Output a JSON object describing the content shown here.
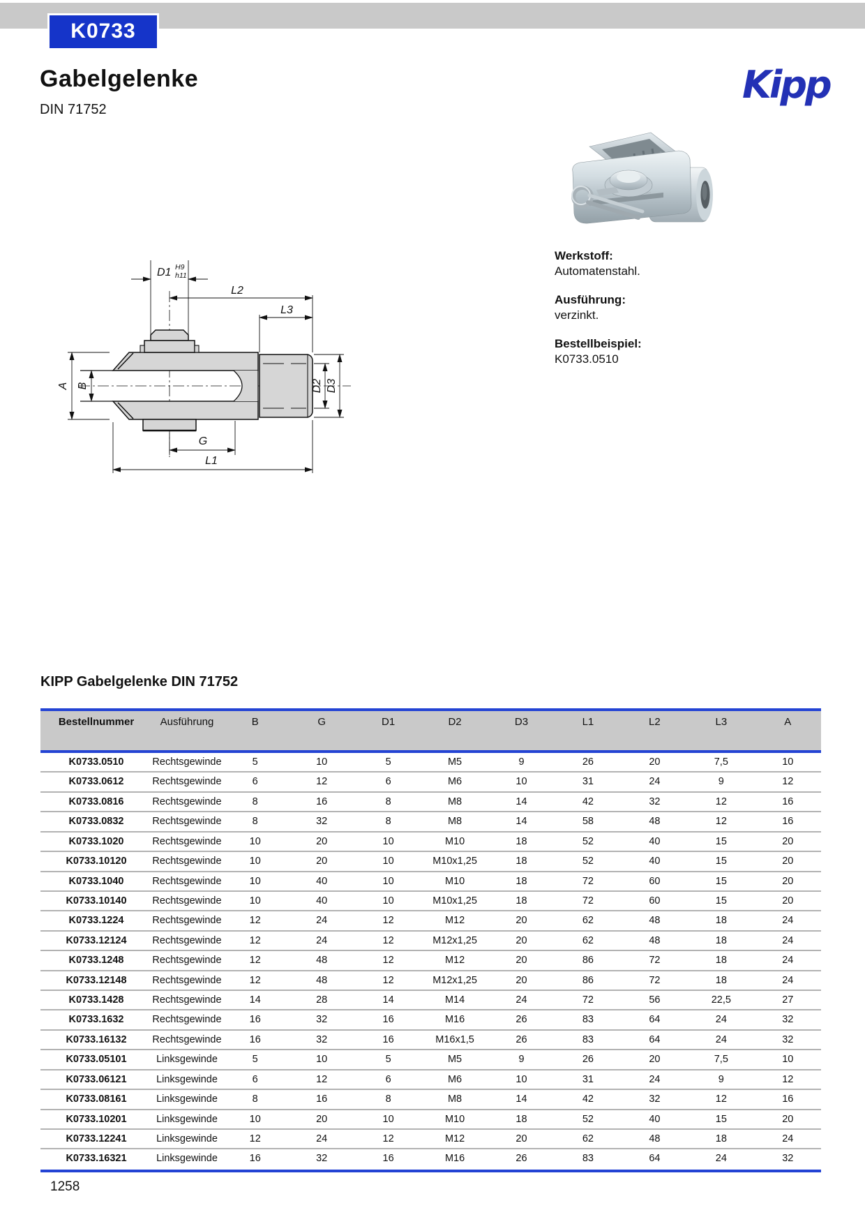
{
  "page": {
    "code": "K0733",
    "title": "Gabelgelenke",
    "standard": "DIN 71752",
    "brand": "Kipp",
    "page_number": "1258"
  },
  "info": {
    "werkstoff_label": "Werkstoff:",
    "werkstoff_value": "Automatenstahl.",
    "ausfuehrung_label": "Ausführung:",
    "ausfuehrung_value": "verzinkt.",
    "bestellbeispiel_label": "Bestellbeispiel:",
    "bestellbeispiel_value": "K0733.0510"
  },
  "drawing": {
    "d1": "D1",
    "d1_tol_upper": "H9",
    "d1_tol_lower": "h11",
    "l2": "L2",
    "l3": "L3",
    "a": "A",
    "b": "B",
    "d2": "D2",
    "d3": "D3",
    "g": "G",
    "l1": "L1"
  },
  "table": {
    "heading": "KIPP Gabelgelenke DIN 71752",
    "columns": [
      "Bestellnummer",
      "Ausführung",
      "B",
      "G",
      "D1",
      "D2",
      "D3",
      "L1",
      "L2",
      "L3",
      "A"
    ],
    "rows": [
      [
        "K0733.0510",
        "Rechtsgewinde",
        "5",
        "10",
        "5",
        "M5",
        "9",
        "26",
        "20",
        "7,5",
        "10"
      ],
      [
        "K0733.0612",
        "Rechtsgewinde",
        "6",
        "12",
        "6",
        "M6",
        "10",
        "31",
        "24",
        "9",
        "12"
      ],
      [
        "K0733.0816",
        "Rechtsgewinde",
        "8",
        "16",
        "8",
        "M8",
        "14",
        "42",
        "32",
        "12",
        "16"
      ],
      [
        "K0733.0832",
        "Rechtsgewinde",
        "8",
        "32",
        "8",
        "M8",
        "14",
        "58",
        "48",
        "12",
        "16"
      ],
      [
        "K0733.1020",
        "Rechtsgewinde",
        "10",
        "20",
        "10",
        "M10",
        "18",
        "52",
        "40",
        "15",
        "20"
      ],
      [
        "K0733.10120",
        "Rechtsgewinde",
        "10",
        "20",
        "10",
        "M10x1,25",
        "18",
        "52",
        "40",
        "15",
        "20"
      ],
      [
        "K0733.1040",
        "Rechtsgewinde",
        "10",
        "40",
        "10",
        "M10",
        "18",
        "72",
        "60",
        "15",
        "20"
      ],
      [
        "K0733.10140",
        "Rechtsgewinde",
        "10",
        "40",
        "10",
        "M10x1,25",
        "18",
        "72",
        "60",
        "15",
        "20"
      ],
      [
        "K0733.1224",
        "Rechtsgewinde",
        "12",
        "24",
        "12",
        "M12",
        "20",
        "62",
        "48",
        "18",
        "24"
      ],
      [
        "K0733.12124",
        "Rechtsgewinde",
        "12",
        "24",
        "12",
        "M12x1,25",
        "20",
        "62",
        "48",
        "18",
        "24"
      ],
      [
        "K0733.1248",
        "Rechtsgewinde",
        "12",
        "48",
        "12",
        "M12",
        "20",
        "86",
        "72",
        "18",
        "24"
      ],
      [
        "K0733.12148",
        "Rechtsgewinde",
        "12",
        "48",
        "12",
        "M12x1,25",
        "20",
        "86",
        "72",
        "18",
        "24"
      ],
      [
        "K0733.1428",
        "Rechtsgewinde",
        "14",
        "28",
        "14",
        "M14",
        "24",
        "72",
        "56",
        "22,5",
        "27"
      ],
      [
        "K0733.1632",
        "Rechtsgewinde",
        "16",
        "32",
        "16",
        "M16",
        "26",
        "83",
        "64",
        "24",
        "32"
      ],
      [
        "K0733.16132",
        "Rechtsgewinde",
        "16",
        "32",
        "16",
        "M16x1,5",
        "26",
        "83",
        "64",
        "24",
        "32"
      ],
      [
        "K0733.05101",
        "Linksgewinde",
        "5",
        "10",
        "5",
        "M5",
        "9",
        "26",
        "20",
        "7,5",
        "10"
      ],
      [
        "K0733.06121",
        "Linksgewinde",
        "6",
        "12",
        "6",
        "M6",
        "10",
        "31",
        "24",
        "9",
        "12"
      ],
      [
        "K0733.08161",
        "Linksgewinde",
        "8",
        "16",
        "8",
        "M8",
        "14",
        "42",
        "32",
        "12",
        "16"
      ],
      [
        "K0733.10201",
        "Linksgewinde",
        "10",
        "20",
        "10",
        "M10",
        "18",
        "52",
        "40",
        "15",
        "20"
      ],
      [
        "K0733.12241",
        "Linksgewinde",
        "12",
        "24",
        "12",
        "M12",
        "20",
        "62",
        "48",
        "18",
        "24"
      ],
      [
        "K0733.16321",
        "Linksgewinde",
        "16",
        "32",
        "16",
        "M16",
        "26",
        "83",
        "64",
        "24",
        "32"
      ]
    ]
  },
  "colors": {
    "accent_blue": "#2343d4",
    "badge_blue": "#1534c9",
    "logo_blue": "#2331b5",
    "bar_gray": "#c9c9c9"
  }
}
